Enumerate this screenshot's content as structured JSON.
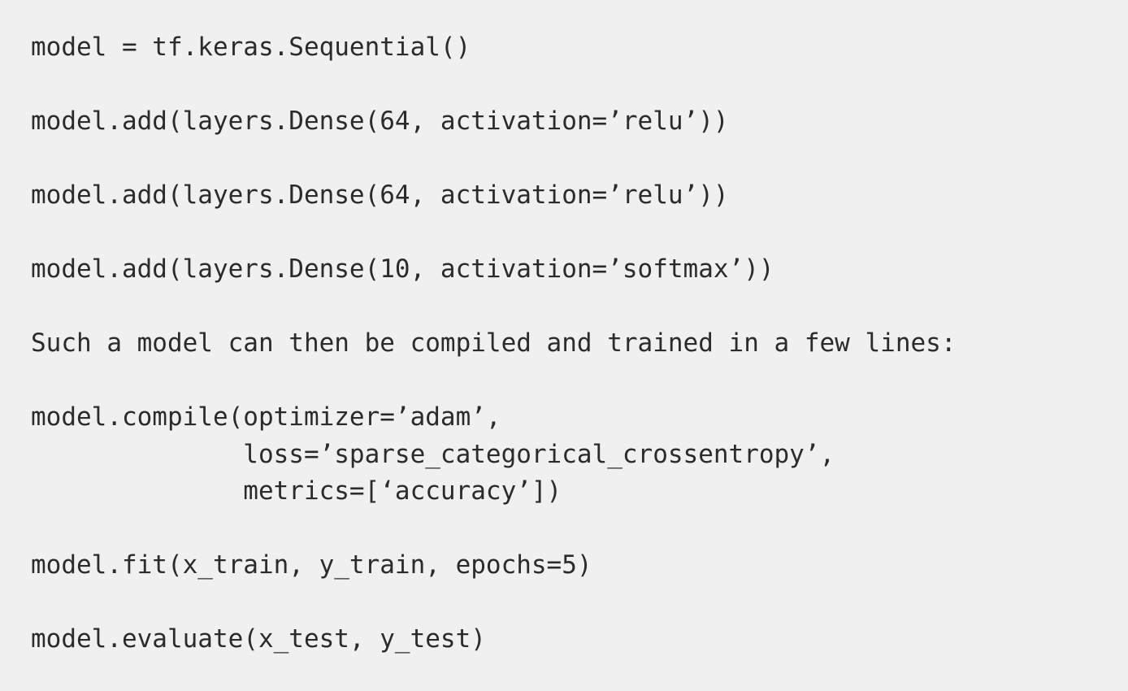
{
  "page": {
    "background_color": "#f0f0f0",
    "text_color": "#2b2b2b",
    "description": "Monospace code listing excerpt from a paper showing a Keras Sequential model example"
  },
  "code_listing": {
    "language": "python",
    "prose_line": "Such a model can then be compiled and trained in a few lines:",
    "lines": [
      "model = tf.keras.Sequential()",
      "",
      "model.add(layers.Dense(64, activation=’relu’))",
      "",
      "model.add(layers.Dense(64, activation=’relu’))",
      "",
      "model.add(layers.Dense(10, activation=’softmax’))",
      "",
      "Such a model can then be compiled and trained in a few lines:",
      "",
      "model.compile(optimizer=’adam’,",
      "              loss=’sparse_categorical_crossentropy’,",
      "              metrics=[‘accuracy’])",
      "",
      "model.fit(x_train, y_train, epochs=5)",
      "",
      "model.evaluate(x_test, y_test)"
    ]
  }
}
